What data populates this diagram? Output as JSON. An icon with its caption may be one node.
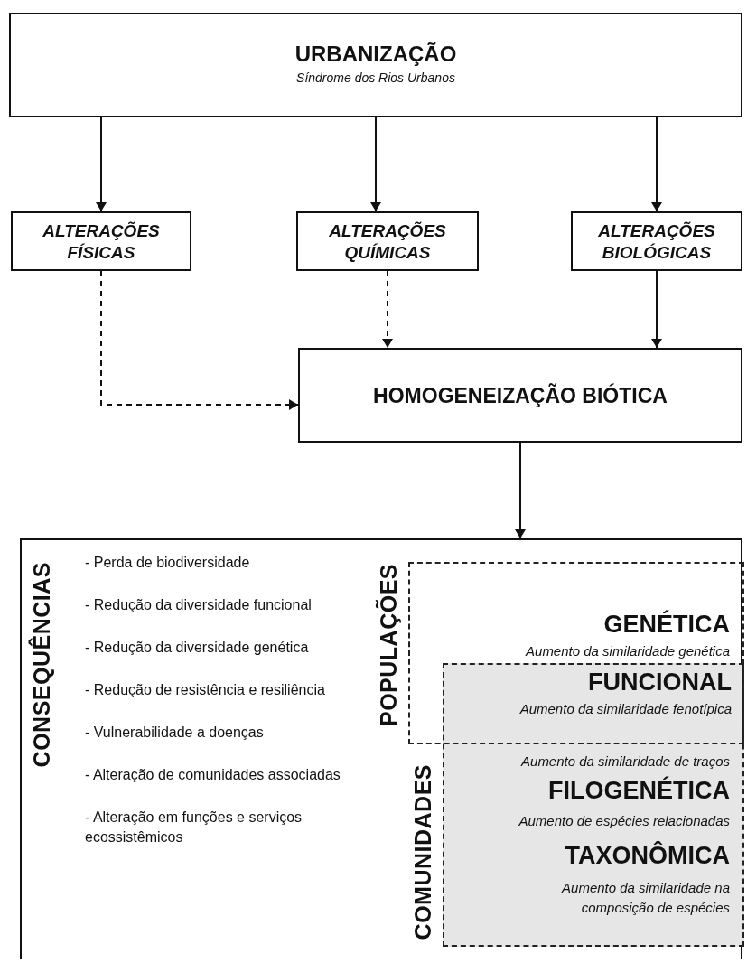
{
  "diagram": {
    "nodes": [
      {
        "text": [
          "URBANIZAÇÃO",
          "Síndrome dos Rios Urbanos"
        ]
      },
      {
        "text": [
          "ALTERAÇÕES FÍSICAS"
        ]
      },
      {
        "text": [
          "ALTERAÇÕES QUÍMICAS"
        ]
      },
      {
        "text": [
          "ALTERAÇÕES BIOLÓGICAS"
        ]
      },
      {
        "text": [
          "HOMOGENEIZAÇÃO BIÓTICA"
        ]
      },
      {
        "text": [
          "CONSEQUÊNCIAS",
          "- Perda de biodiversidade",
          "- Redução da diversidade funcional",
          "- Redução da diversidade genética",
          "- Redução de resistência e resiliência",
          "- Vulnerabilidade a doenças",
          "- Alteração de comunidades associadas",
          "- Alteração em funções e serviços ecossistêmicos"
        ]
      },
      {
        "text": [
          "POPULAÇÕES",
          "GENÉTICA",
          "Aumento da similaridade genética"
        ],
        "in": 5
      },
      {
        "text": [
          "COMUNIDADES",
          "Aumento da similaridade de traços",
          "FILOGENÉTICA",
          "Aumento de espécies relacionadas",
          "TAXONÔMICA",
          "Aumento da similaridade na composição de espécies"
        ],
        "in": 5
      }
    ],
    "edges": [
      {
        "from": 0,
        "to": 1,
        "arrow": "to"
      },
      {
        "from": 0,
        "to": 2,
        "arrow": "to"
      },
      {
        "from": 0,
        "to": 3,
        "arrow": "to"
      },
      {
        "from": 1,
        "to": 4,
        "arrow": "to",
        "style": "dashed"
      },
      {
        "from": 2,
        "to": 4,
        "arrow": "to",
        "style": "dashed"
      },
      {
        "from": 3,
        "to": 4,
        "arrow": "to"
      },
      {
        "from": 4,
        "to": 5,
        "arrow": "to"
      }
    ],
    "labels": [
      "FUNCIONAL",
      "Aumento da similaridade fenotípica"
    ]
  }
}
